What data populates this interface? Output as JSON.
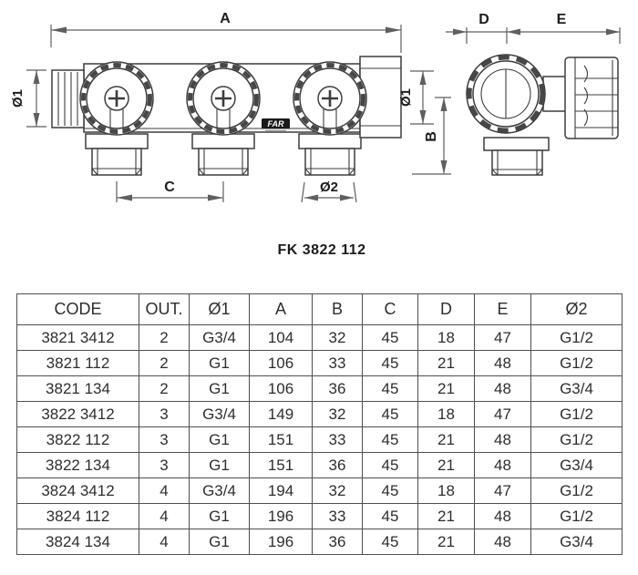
{
  "colors": {
    "line": "#3d3d3d",
    "dim": "#5f5f5f",
    "ink": "#1c1c1c",
    "table_border": "#4f4f4f",
    "table_text": "#2e2e2e",
    "logo_bg": "#1a1a1a",
    "logo_text": "#ffffff",
    "bg": "#ffffff"
  },
  "drawing": {
    "caption": "FK 3822 112",
    "brand": "FAR",
    "labels": {
      "dim_a": "A",
      "dim_b": "B",
      "dim_c": "C",
      "dim_d": "D",
      "dim_e": "E",
      "dia1_front": "Ø1",
      "dia1_side": "Ø1",
      "dia2": "Ø2"
    }
  },
  "table": {
    "headers": [
      "CODE",
      "OUT.",
      "Ø1",
      "A",
      "B",
      "C",
      "D",
      "E",
      "Ø2"
    ],
    "rows": [
      [
        "3821 3412",
        "2",
        "G3/4",
        "104",
        "32",
        "45",
        "18",
        "47",
        "G1/2"
      ],
      [
        "3821 112",
        "2",
        "G1",
        "106",
        "33",
        "45",
        "21",
        "48",
        "G1/2"
      ],
      [
        "3821 134",
        "2",
        "G1",
        "106",
        "36",
        "45",
        "21",
        "48",
        "G3/4"
      ],
      [
        "3822 3412",
        "3",
        "G3/4",
        "149",
        "32",
        "45",
        "18",
        "47",
        "G1/2"
      ],
      [
        "3822 112",
        "3",
        "G1",
        "151",
        "33",
        "45",
        "21",
        "48",
        "G1/2"
      ],
      [
        "3822 134",
        "3",
        "G1",
        "151",
        "36",
        "45",
        "21",
        "48",
        "G3/4"
      ],
      [
        "3824 3412",
        "4",
        "G3/4",
        "194",
        "32",
        "45",
        "18",
        "47",
        "G1/2"
      ],
      [
        "3824 112",
        "4",
        "G1",
        "196",
        "33",
        "45",
        "21",
        "48",
        "G1/2"
      ],
      [
        "3824 134",
        "4",
        "G1",
        "196",
        "36",
        "45",
        "21",
        "48",
        "G3/4"
      ]
    ]
  }
}
